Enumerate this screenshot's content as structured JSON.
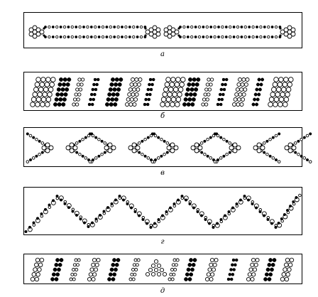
{
  "figure": {
    "panels": [
      {
        "caption": "а",
        "pattern": "chain-rows"
      },
      {
        "caption": "б",
        "pattern": "diagonal-stripes"
      },
      {
        "caption": "в",
        "pattern": "chevrons"
      },
      {
        "caption": "г",
        "pattern": "zigzag"
      },
      {
        "caption": "д",
        "pattern": "alternating-motifs"
      }
    ],
    "colors": {
      "ink": "#000000",
      "paper": "#ffffff"
    }
  }
}
